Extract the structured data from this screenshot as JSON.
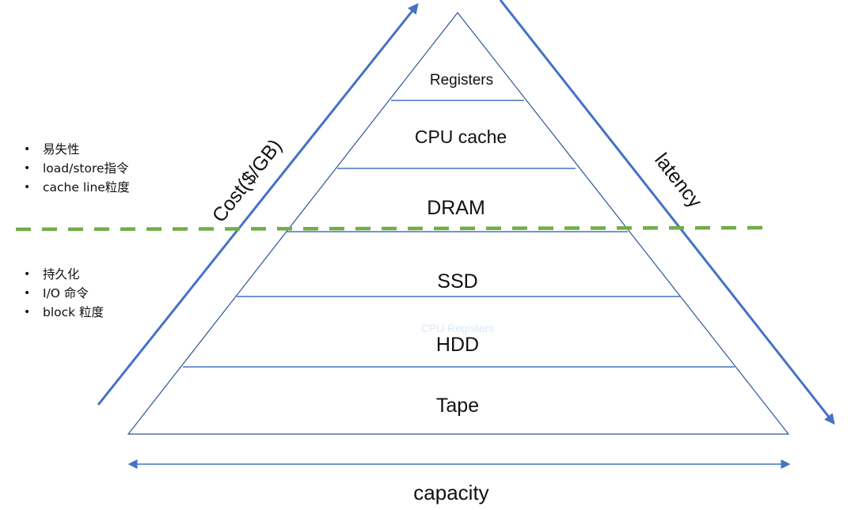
{
  "diagram": {
    "title": "Memory / storage hierarchy pyramid",
    "tiers": [
      {
        "label": "Registers"
      },
      {
        "label": "CPU cache"
      },
      {
        "label": "DRAM"
      },
      {
        "label": "SSD"
      },
      {
        "label": "HDD"
      },
      {
        "label": "Tape"
      }
    ],
    "ghost_text": "CPU Registers",
    "axes": {
      "cost": "Cost($/GB)",
      "latency": "latency",
      "capacity": "capacity"
    },
    "divider": {
      "description": "volatile / persistent boundary",
      "color": "#70ad47"
    },
    "volatile_notes": [
      "易失性",
      "load/store指令",
      "cache line粒度"
    ],
    "persistent_notes": [
      "持久化",
      "I/O 命令",
      "block 粒度"
    ],
    "colors": {
      "outline": "#2f5597",
      "tier_line": "#4472c4",
      "arrow": "#4472c4",
      "ghost_text": "#dde8f5"
    }
  }
}
